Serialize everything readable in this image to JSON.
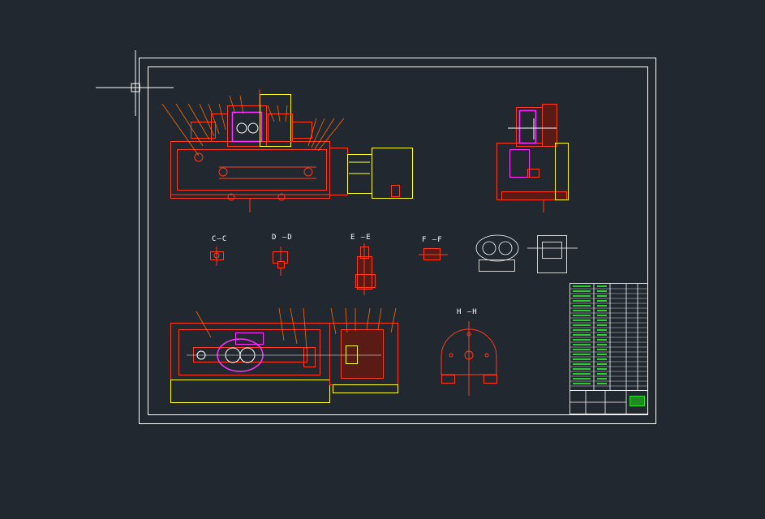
{
  "drawing": {
    "section_labels": {
      "cc": "C—C",
      "dd": "D —D",
      "ee": "E —E",
      "ff": "F —F",
      "hh": "H —H"
    },
    "colors": {
      "background": "#212830",
      "frame": "#ffffff",
      "part": "#ff3b1f",
      "outline_yellow": "#ffff33",
      "highlight": "#ff33ff",
      "table_text": "#33ff33",
      "leader": "#ff6a00"
    }
  }
}
